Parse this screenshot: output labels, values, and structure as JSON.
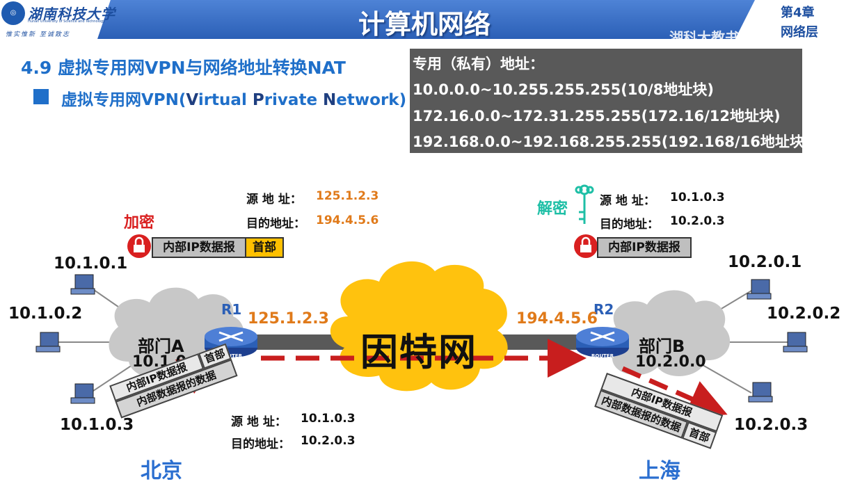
{
  "header": {
    "university_name": "湖南科技大学",
    "university_en": "Hunan University of Science and Technology",
    "motto": "惟实惟新  至诚致志",
    "course_title": "计算机网络",
    "chapter": "第4章",
    "chapter_sub": "网络层",
    "watermark": "湖科大教书匠"
  },
  "section_title": "4.9 虚拟专用网VPN与网络地址转换NAT",
  "bullet": {
    "prefix": "虚拟专用网VPN(",
    "v": "V",
    "irtual": "irtual ",
    "p": "P",
    "rivate": "rivate ",
    "n": "N",
    "etwork": "etwork)"
  },
  "private_addresses": {
    "heading": "专用（私有）地址：",
    "ranges": [
      "10.0.0.0~10.255.255.255(10/8地址块)",
      "172.16.0.0~172.31.255.255(172.16/12地址块)",
      "192.168.0.0~192.168.255.255(192.168/16地址块)"
    ]
  },
  "diagram": {
    "left_hosts": [
      "10.1.0.1",
      "10.1.0.2",
      "10.1.0.3"
    ],
    "right_hosts": [
      "10.2.0.1",
      "10.2.0.2",
      "10.2.0.3"
    ],
    "left_cloud": {
      "name": "部门A",
      "network": "10.1.0.0"
    },
    "right_cloud": {
      "name": "部门B",
      "network": "10.2.0.0"
    },
    "router_left": {
      "name": "R1",
      "ip": "125.1.2.3"
    },
    "router_right": {
      "name": "R2",
      "ip": "194.4.5.6"
    },
    "router_text": "ROUTER",
    "internet": "因特网",
    "city_left": "北京",
    "city_right": "上海",
    "encrypt": "加密",
    "decrypt": "解密",
    "outer_packet": {
      "src_label": "源 地 址：",
      "src": "125.1.2.3",
      "dst_label": "目的地址：",
      "dst": "194.4.5.6",
      "body": "内部IP数据报",
      "header": "首部"
    },
    "inner_left": {
      "src_label": "源 地 址：",
      "src": "10.1.0.3",
      "dst_label": "目的地址：",
      "dst": "10.2.0.3",
      "datagram": "内部IP数据报",
      "data": "内部数据报的数据",
      "header": "首部"
    },
    "inner_right": {
      "src_label": "源 地 址：",
      "src": "10.1.0.3",
      "dst_label": "目的地址：",
      "dst": "10.2.0.3",
      "body": "内部IP数据报",
      "datagram": "内部IP数据报",
      "data": "内部数据报的数据",
      "header": "首部"
    }
  },
  "colors": {
    "accent_blue": "#1f6fc9",
    "header_blue": "#2b5fb6",
    "orange": "#e07a1a",
    "encrypt_red": "#d92020",
    "decrypt_teal": "#1ebfa6",
    "internet_yellow": "#ffc20e",
    "tunnel_red": "#c81e1e"
  }
}
